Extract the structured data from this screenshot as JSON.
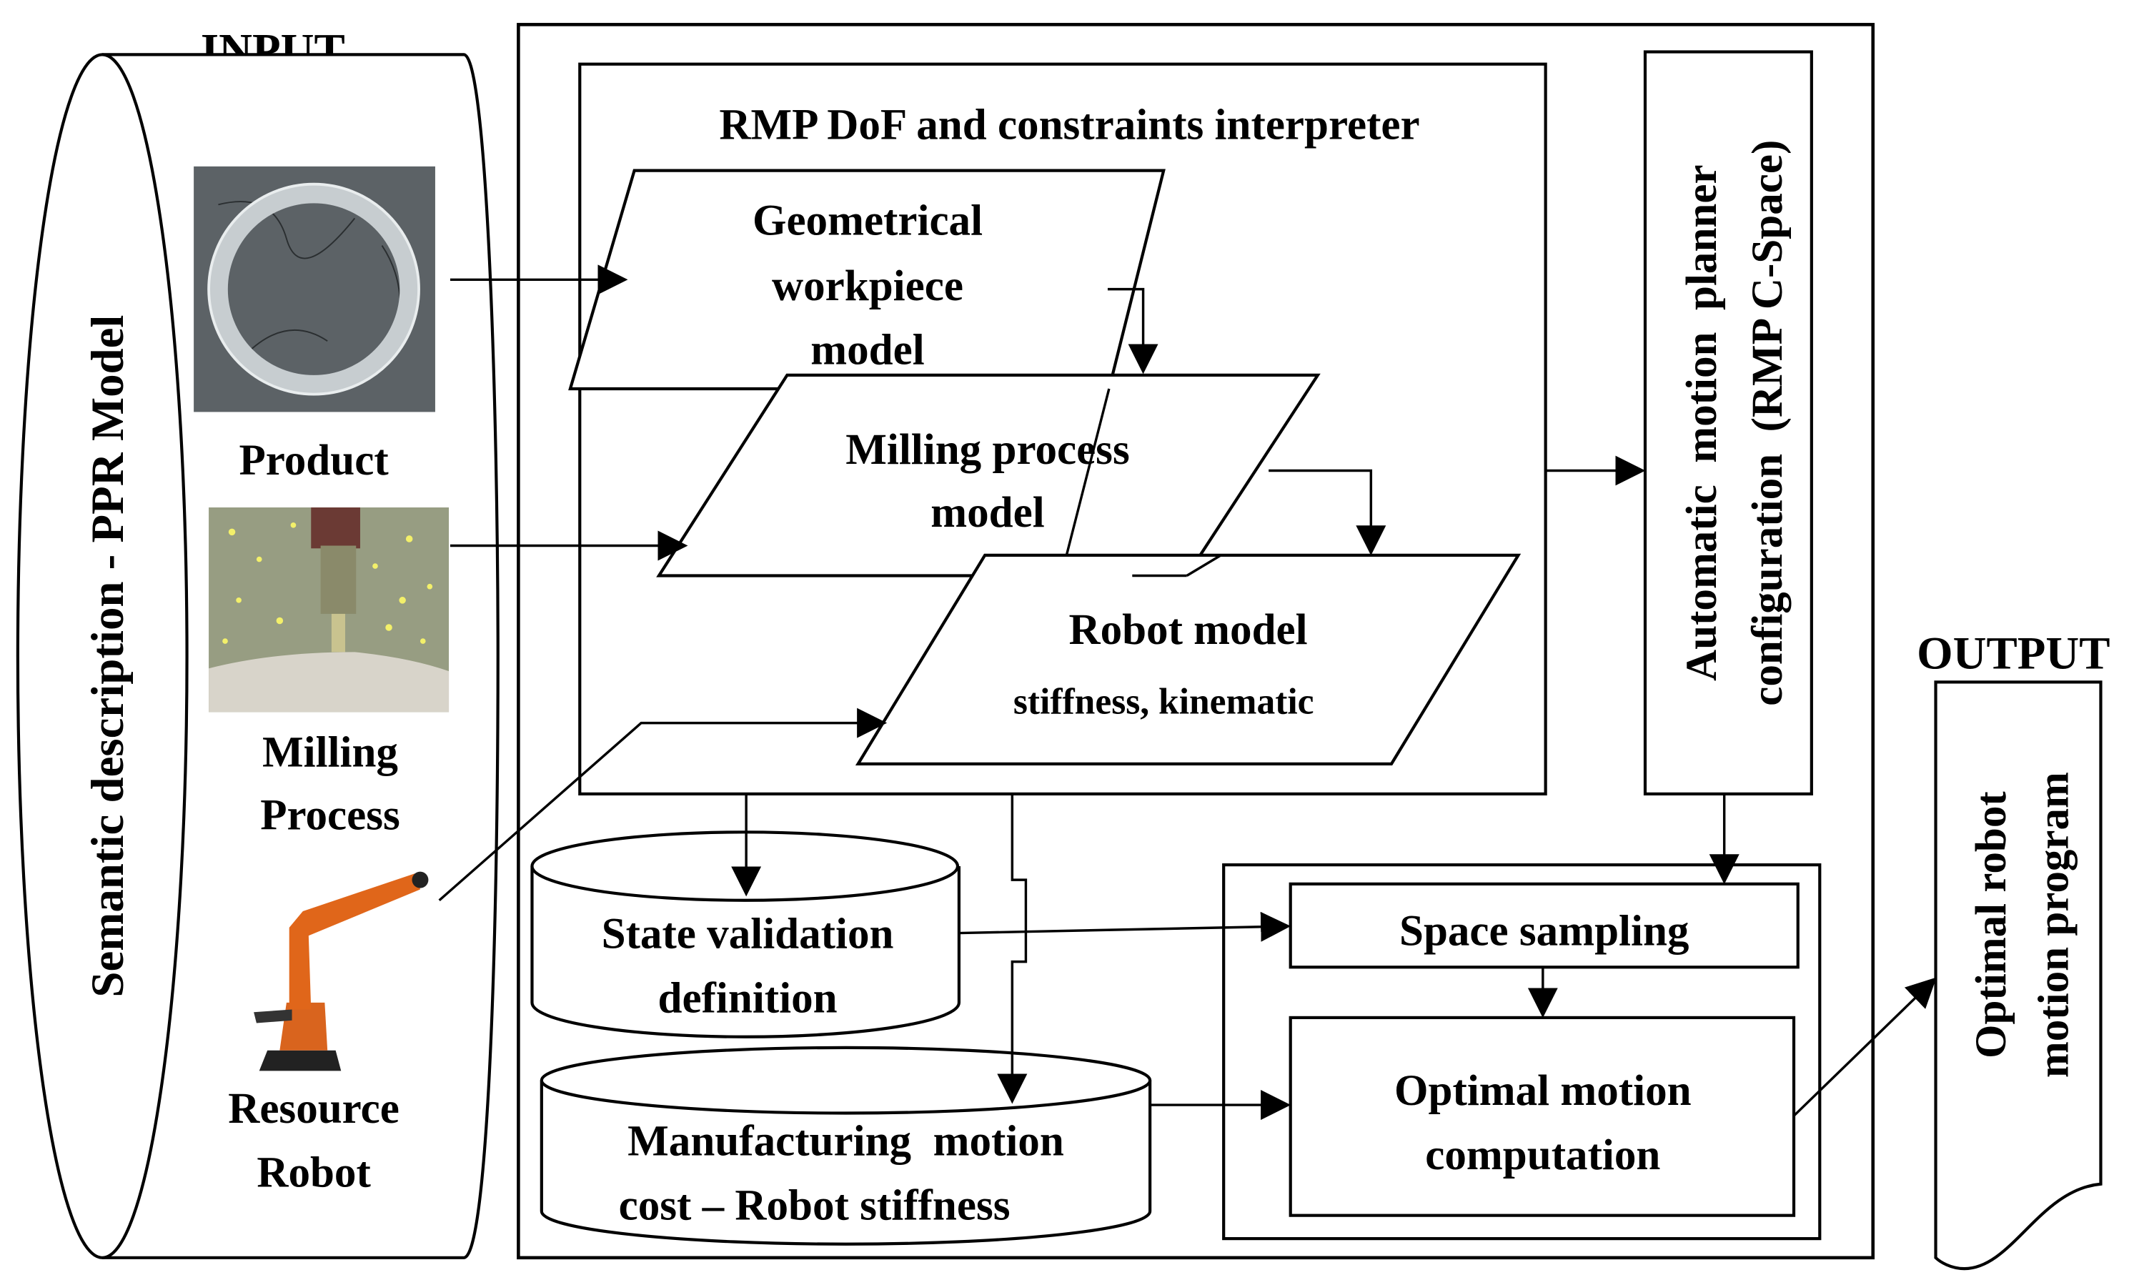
{
  "input": {
    "heading": "INPUT",
    "semantic_label": "Semantic description - PPR Model",
    "items": [
      {
        "label_lines": [
          "Product"
        ],
        "image": "product-ring-photo"
      },
      {
        "label_lines": [
          "Milling",
          "Process"
        ],
        "image": "milling-photo"
      },
      {
        "label_lines": [
          "Resource",
          "Robot"
        ],
        "image": "industrial-robot-photo"
      }
    ]
  },
  "interpreter": {
    "title": "RMP DoF and constraints interpreter",
    "models": [
      {
        "lines": [
          "Geometrical",
          "workpiece",
          "model"
        ]
      },
      {
        "lines": [
          "Milling process",
          "model"
        ]
      },
      {
        "lines": [
          "Robot model",
          "stiffness, kinematic"
        ]
      }
    ]
  },
  "planner": {
    "lines": [
      "Automatic  motion  planner",
      "configuration  (RMP C-Space)"
    ]
  },
  "stores": [
    {
      "lines": [
        "State validation",
        "definition"
      ]
    },
    {
      "lines": [
        "Manufacturing  motion",
        "cost – Robot stiffness"
      ]
    }
  ],
  "computation": {
    "space_sampling": "Space sampling",
    "optimal_lines": [
      "Optimal motion",
      "computation"
    ]
  },
  "output": {
    "heading": "OUTPUT",
    "lines": [
      "Optimal robot",
      "motion program"
    ]
  },
  "colors": {
    "stroke": "#000000",
    "background": "#ffffff",
    "robot_orange": "#e0661a",
    "product_bg": "#5c6266"
  }
}
